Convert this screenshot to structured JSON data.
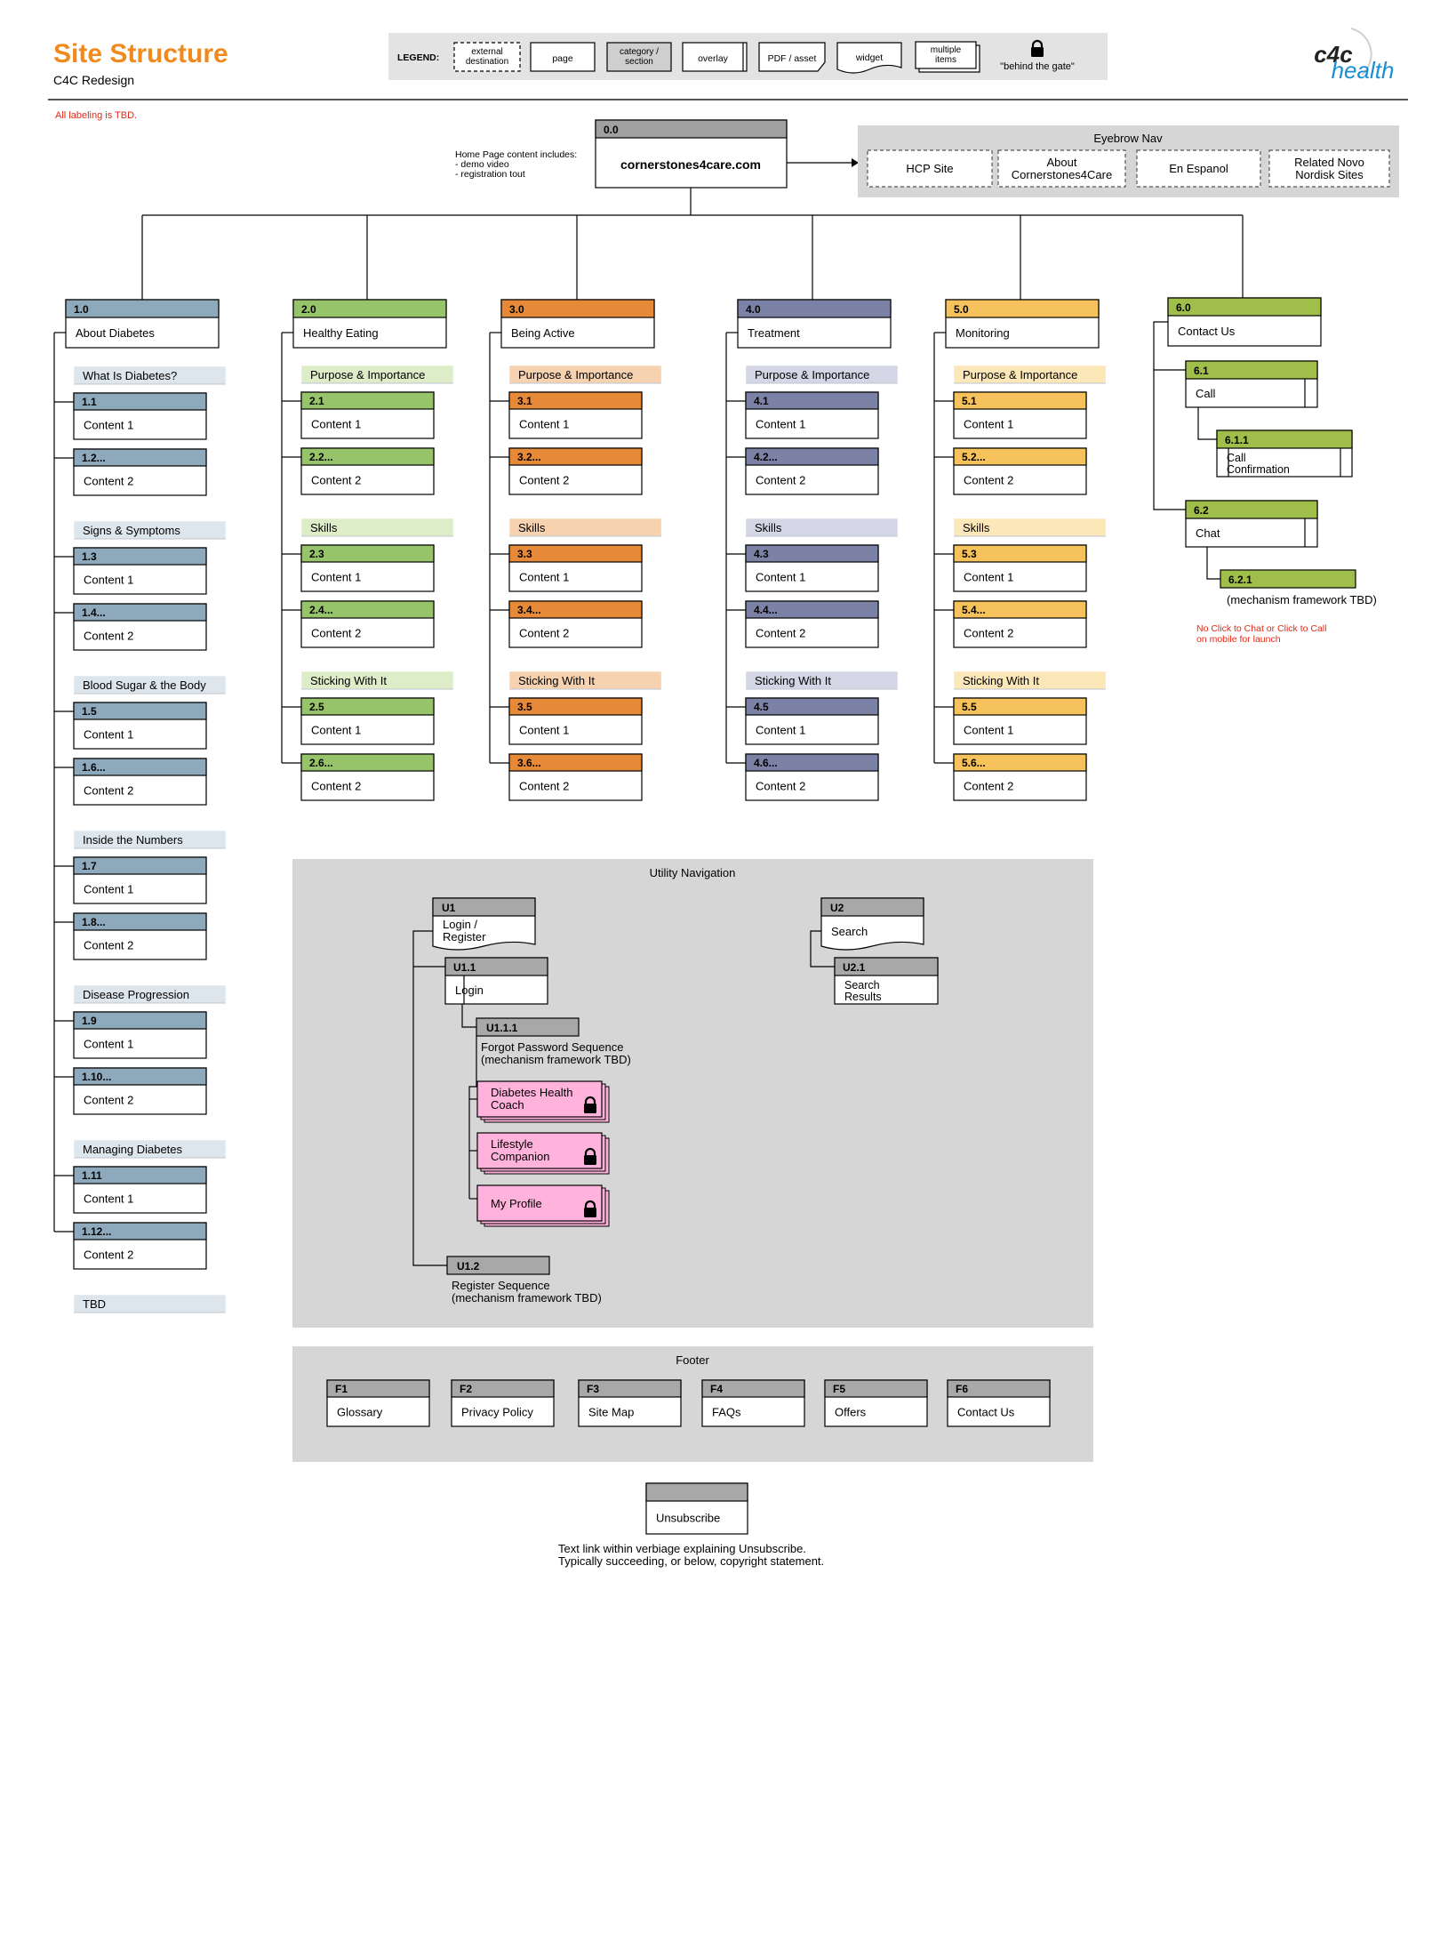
{
  "header": {
    "title": "Site Structure",
    "subtitle": "C4C Redesign",
    "note": "All labeling is TBD.",
    "logo_top": "c4c",
    "logo_bottom": "health"
  },
  "legend": {
    "label": "LEGEND:",
    "items": [
      "external destination",
      "page",
      "category / section",
      "overlay",
      "PDF / asset",
      "widget",
      "multiple items",
      "\"behind the gate\""
    ]
  },
  "home": {
    "id": "0.0",
    "title": "cornerstones4care.com",
    "note": [
      "Home Page content includes:",
      "- demo video",
      "- registration tout"
    ]
  },
  "eyebrow": {
    "title": "Eyebrow Nav",
    "items": [
      "HCP Site",
      "About Cornerstones4Care",
      "En Espanol",
      "Related Novo Nordisk Sites"
    ]
  },
  "colors": {
    "s1": "#8ea9bb",
    "s1_light": "#dde6ec",
    "s2": "#97c46a",
    "s2_light": "#dcedc8",
    "s3": "#e68a3a",
    "s3_light": "#f6d2b1",
    "s4": "#7b82a6",
    "s4_light": "#d4d6e6",
    "s5": "#f6c25c",
    "s5_light": "#fce7b9",
    "s6": "#9fbe4a",
    "util": "#a8a8a8",
    "panel": "#d6d6d6",
    "gate": "#ffb3dc",
    "alert": "#e02a1a"
  },
  "sections": [
    {
      "id": "1.0",
      "title": "About Diabetes",
      "groups": [
        {
          "label": "What Is Diabetes?",
          "items": [
            {
              "id": "1.1",
              "label": "Content 1"
            },
            {
              "id": "1.2...",
              "label": "Content 2"
            }
          ]
        },
        {
          "label": "Signs & Symptoms",
          "items": [
            {
              "id": "1.3",
              "label": "Content 1"
            },
            {
              "id": "1.4...",
              "label": "Content 2"
            }
          ]
        },
        {
          "label": "Blood Sugar & the Body",
          "items": [
            {
              "id": "1.5",
              "label": "Content 1"
            },
            {
              "id": "1.6...",
              "label": "Content 2"
            }
          ]
        },
        {
          "label": "Inside the Numbers",
          "items": [
            {
              "id": "1.7",
              "label": "Content 1"
            },
            {
              "id": "1.8...",
              "label": "Content 2"
            }
          ]
        },
        {
          "label": "Disease Progression",
          "items": [
            {
              "id": "1.9",
              "label": "Content 1"
            },
            {
              "id": "1.10...",
              "label": "Content 2"
            }
          ]
        },
        {
          "label": "Managing Diabetes",
          "items": [
            {
              "id": "1.11",
              "label": "Content 1"
            },
            {
              "id": "1.12...",
              "label": "Content 2"
            }
          ]
        },
        {
          "label": "TBD",
          "items": []
        }
      ]
    },
    {
      "id": "2.0",
      "title": "Healthy Eating",
      "groups": [
        {
          "label": "Purpose & Importance",
          "items": [
            {
              "id": "2.1",
              "label": "Content 1"
            },
            {
              "id": "2.2...",
              "label": "Content 2"
            }
          ]
        },
        {
          "label": "Skills",
          "items": [
            {
              "id": "2.3",
              "label": "Content 1"
            },
            {
              "id": "2.4...",
              "label": "Content 2"
            }
          ]
        },
        {
          "label": "Sticking With It",
          "items": [
            {
              "id": "2.5",
              "label": "Content 1"
            },
            {
              "id": "2.6...",
              "label": "Content 2"
            }
          ]
        }
      ]
    },
    {
      "id": "3.0",
      "title": "Being Active",
      "groups": [
        {
          "label": "Purpose & Importance",
          "items": [
            {
              "id": "3.1",
              "label": "Content 1"
            },
            {
              "id": "3.2...",
              "label": "Content 2"
            }
          ]
        },
        {
          "label": "Skills",
          "items": [
            {
              "id": "3.3",
              "label": "Content 1"
            },
            {
              "id": "3.4...",
              "label": "Content 2"
            }
          ]
        },
        {
          "label": "Sticking With It",
          "items": [
            {
              "id": "3.5",
              "label": "Content 1"
            },
            {
              "id": "3.6...",
              "label": "Content 2"
            }
          ]
        }
      ]
    },
    {
      "id": "4.0",
      "title": "Treatment",
      "groups": [
        {
          "label": "Purpose & Importance",
          "items": [
            {
              "id": "4.1",
              "label": "Content 1"
            },
            {
              "id": "4.2...",
              "label": "Content 2"
            }
          ]
        },
        {
          "label": "Skills",
          "items": [
            {
              "id": "4.3",
              "label": "Content 1"
            },
            {
              "id": "4.4...",
              "label": "Content 2"
            }
          ]
        },
        {
          "label": "Sticking With It",
          "items": [
            {
              "id": "4.5",
              "label": "Content 1"
            },
            {
              "id": "4.6...",
              "label": "Content 2"
            }
          ]
        }
      ]
    },
    {
      "id": "5.0",
      "title": "Monitoring",
      "groups": [
        {
          "label": "Purpose & Importance",
          "items": [
            {
              "id": "5.1",
              "label": "Content 1"
            },
            {
              "id": "5.2...",
              "label": "Content 2"
            }
          ]
        },
        {
          "label": "Skills",
          "items": [
            {
              "id": "5.3",
              "label": "Content 1"
            },
            {
              "id": "5.4...",
              "label": "Content 2"
            }
          ]
        },
        {
          "label": "Sticking With It",
          "items": [
            {
              "id": "5.5",
              "label": "Content 1"
            },
            {
              "id": "5.6...",
              "label": "Content 2"
            }
          ]
        }
      ]
    }
  ],
  "contact": {
    "id": "6.0",
    "title": "Contact Us",
    "call": {
      "id": "6.1",
      "title": "Call"
    },
    "call_confirm": {
      "id": "6.1.1",
      "title": "Call Confirmation"
    },
    "chat": {
      "id": "6.2",
      "title": "Chat"
    },
    "chat_sub": {
      "id": "6.2.1",
      "note": "(mechanism framework TBD)"
    },
    "note": [
      "No Click to Chat or Click to Call",
      "on mobile for launch"
    ]
  },
  "utility": {
    "title": "Utility Navigation",
    "u1": {
      "id": "U1",
      "title": "Login / Register"
    },
    "u1_1": {
      "id": "U1.1",
      "title": "Login"
    },
    "u1_1_1": {
      "id": "U1.1.1",
      "note": [
        "Forgot Password Sequence",
        "(mechanism framework TBD)"
      ]
    },
    "gated": [
      "Diabetes Health Coach",
      "Lifestyle Companion",
      "My Profile"
    ],
    "u1_2": {
      "id": "U1.2",
      "note": [
        "Register Sequence",
        "(mechanism framework TBD)"
      ]
    },
    "u2": {
      "id": "U2",
      "title": "Search"
    },
    "u2_1": {
      "id": "U2.1",
      "title": "Search Results"
    }
  },
  "footer": {
    "title": "Footer",
    "items": [
      {
        "id": "F1",
        "label": "Glossary"
      },
      {
        "id": "F2",
        "label": "Privacy Policy"
      },
      {
        "id": "F3",
        "label": "Site Map"
      },
      {
        "id": "F4",
        "label": "FAQs"
      },
      {
        "id": "F5",
        "label": "Offers"
      },
      {
        "id": "F6",
        "label": "Contact Us"
      }
    ]
  },
  "unsubscribe": {
    "title": "Unsubscribe",
    "note": [
      "Text link within verbiage explaining Unsubscribe.",
      "Typically succeeding, or below, copyright statement."
    ]
  }
}
